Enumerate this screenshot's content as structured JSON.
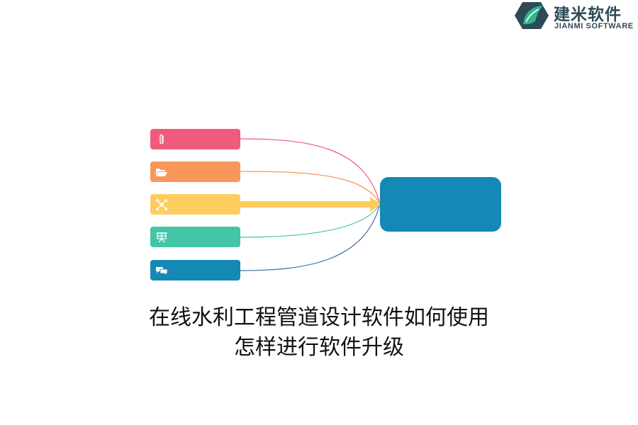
{
  "logo": {
    "cn_name": "建米软件",
    "en_name": "JIANMI SOFTWARE",
    "icon": "jianmi-hexagon-leaf-logo"
  },
  "diagram": {
    "items": [
      {
        "icon": "paperclip-icon",
        "color": "#ef5b7b"
      },
      {
        "icon": "folder-icon",
        "color": "#f9965a"
      },
      {
        "icon": "network-icon",
        "color": "#fecd5f"
      },
      {
        "icon": "presentation-board-icon",
        "color": "#43c5a8"
      },
      {
        "icon": "chat-bubbles-icon",
        "color": "#1589b5"
      }
    ],
    "hub": {
      "color": "#1589b5"
    },
    "highlight_connector_color": "#fecd5f"
  },
  "caption": {
    "line1": "在线水利工程管道设计软件如何使用",
    "line2": "怎样进行软件升级"
  }
}
